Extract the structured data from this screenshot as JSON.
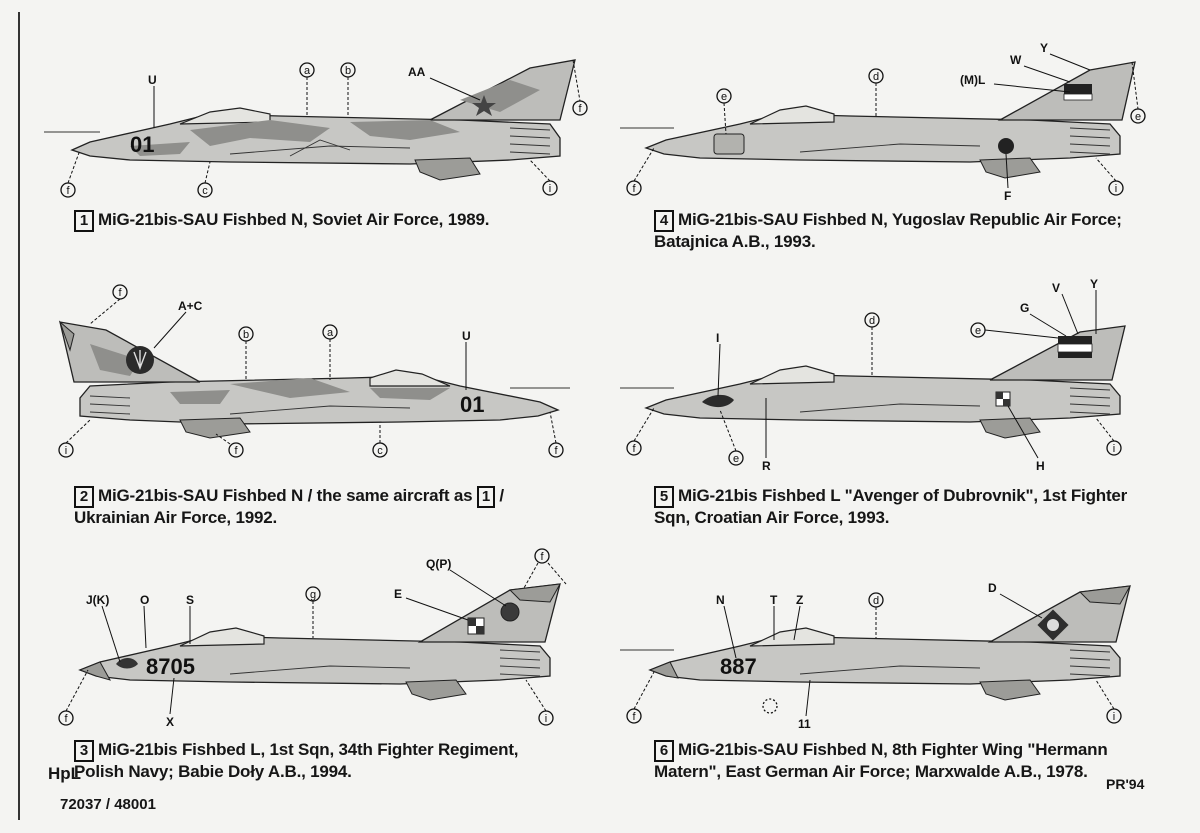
{
  "captions": [
    {
      "num": "1",
      "text": "MiG-21bis-SAU Fishbed N, Soviet Air Force, 1989."
    },
    {
      "num": "4",
      "line1": "MiG-21bis-SAU Fishbed N, Yugoslav Republic Air Force;",
      "line2": "Batajnica A.B., 1993."
    },
    {
      "num": "2",
      "line1a": "MiG-21bis-SAU Fishbed N / the same aircraft as",
      "ref": "1",
      "line1b": "/",
      "line2": "Ukrainian Air Force, 1992."
    },
    {
      "num": "5",
      "line1": "MiG-21bis Fishbed L \"Avenger of Dubrovnik\", 1st Fighter",
      "line2": "Sqn, Croatian Air Force, 1993."
    },
    {
      "num": "3",
      "line1": "MiG-21bis Fishbed L, 1st Sqn, 34th Fighter Regiment,",
      "line2": "Polish Navy; Babie Doły A.B., 1994."
    },
    {
      "num": "6",
      "line1": "MiG-21bis-SAU Fishbed N, 8th Fighter Wing \"Hermann",
      "line2": "Matern\", East German Air Force; Marxwalde A.B., 1978."
    }
  ],
  "labels": {
    "p1": {
      "U": "U",
      "a": "a",
      "b": "b",
      "AA": "AA",
      "f1": "f",
      "f2": "f",
      "c": "c",
      "i": "i",
      "reg": "01"
    },
    "p4": {
      "d": "d",
      "e1": "e",
      "e2": "e",
      "W": "W",
      "Y": "Y",
      "ML": "(M)L",
      "f": "f",
      "i": "i",
      "F": "F"
    },
    "p2": {
      "f1": "f",
      "AC": "A+C",
      "b": "b",
      "a": "a",
      "U": "U",
      "i": "i",
      "f2": "f",
      "c": "c",
      "f3": "f",
      "reg": "01"
    },
    "p5": {
      "d": "d",
      "e1": "e",
      "G": "G",
      "V": "V",
      "Y": "Y",
      "I": "I",
      "f": "f",
      "e2": "e",
      "R": "R",
      "H": "H",
      "i": "i"
    },
    "p3": {
      "JK": "J(K)",
      "O": "O",
      "S": "S",
      "g": "g",
      "QP": "Q(P)",
      "E": "E",
      "f1": "f",
      "f2": "f",
      "X": "X",
      "i": "i",
      "reg": "8705"
    },
    "p6": {
      "N": "N",
      "T": "T",
      "Z": "Z",
      "d": "d",
      "D": "D",
      "f": "f",
      "i": "i",
      "n11": "11",
      "reg": "887"
    }
  },
  "maker_mark": "HpL",
  "product_code": "72037 / 48001",
  "signature": "PR'94"
}
